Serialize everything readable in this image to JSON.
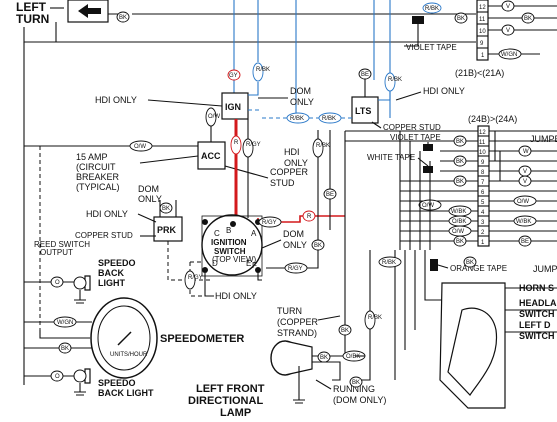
{
  "labels": {
    "left_turn_1": "LEFT",
    "left_turn_2": "TURN",
    "violet_tape_top": "VIOLET TAPE",
    "connector_21": "(21B)<(21A)",
    "hdi_only_1": "HDI ONLY",
    "dom_only_1a": "DOM",
    "dom_only_1b": "ONLY",
    "hdi_only_2": "HDI ONLY",
    "copper_stud_top": "COPPER STUD",
    "violet_tape_mid": "VIOLET TAPE",
    "connector_24": "(24B)>(24A)",
    "white_tape": "WHITE TAPE",
    "hdi_only_3a": "HDI",
    "hdi_only_3b": "ONLY",
    "breaker_1": "15 AMP",
    "breaker_2": "(CIRCUIT",
    "breaker_3": "BREAKER",
    "breaker_4": "(TYPICAL)",
    "copper_stud_acc_1": "COPPER",
    "copper_stud_acc_2": "STUD",
    "dom_only_2a": "DOM",
    "dom_only_2b": "ONLY",
    "hdi_only_4": "HDI ONLY",
    "copper_stud_prk": "COPPER STUD",
    "dom_only_3a": "DOM",
    "dom_only_3b": "ONLY",
    "reed_1": "REED SWITCH",
    "reed_2": "OUTPUT",
    "speedo_back_1a": "SPEEDO",
    "speedo_back_1b": "BACK",
    "speedo_back_1c": "LIGHT",
    "speedometer": "SPEEDOMETER",
    "speedo_back_2a": "SPEEDO",
    "speedo_back_2b": "BACK LIGHT",
    "hdi_only_5": "HDI ONLY",
    "turn_1": "TURN",
    "turn_2": "(COPPER",
    "turn_3": "STRAND)",
    "lfdl_1": "LEFT FRONT",
    "lfdl_2": "DIRECTIONAL",
    "lfdl_3": "LAMP",
    "running_1": "RUNNING",
    "running_2": "(DOM ONLY)",
    "orange_tape": "ORANGE TAPE",
    "jumper_1": "JUMPE",
    "jumper_2": "JUMP",
    "horn": "HORN S",
    "headlamp_1": "HEADLA",
    "headlamp_2": "SWITCH",
    "left_d_1": "LEFT D",
    "left_d_2": "SWITCH",
    "gauge_units": "UNITS/HOUR"
  },
  "components": {
    "ign": "IGN",
    "lts": "LTS",
    "acc": "ACC",
    "prk": "PRK",
    "switch_1": "IGNITION",
    "switch_2": "SWITCH",
    "switch_3": "(TOP VIEW)",
    "pin_c": "C",
    "pin_b": "B",
    "pin_a": "A",
    "pin_d": "D",
    "pin_e": "E",
    "pin_f": "F"
  },
  "wire_codes": {
    "bk_top": "BK",
    "r_bk_top": "R/BK",
    "bk_top2": "BK",
    "gy_ign": "GY",
    "r_bk_ign": "R/BK",
    "r_bk_mid": "R/BK",
    "be_lts": "BE",
    "r_bk_lts": "R/BK",
    "r_bk_dash1": "R/BK",
    "r_bk_dash2": "R/BK",
    "o_w_1": "O/W",
    "r_ign_1": "R",
    "r_ign_2": "R",
    "r_switch": "R",
    "r_gy_1": "R/GY",
    "r_gy_2": "R/GY",
    "r_gy_3": "R/GY",
    "r_gy_4": "R/GY",
    "be_mid": "BE",
    "bk_mid": "BK",
    "bk_prk": "BK",
    "w_gn": "W/GN",
    "bk_speedo": "BK",
    "o": "O",
    "o_bk": "O/BK",
    "bk_lamp": "BK",
    "r_bk_lamp": "R/BK",
    "bk_turn": "BK",
    "w_gn_top": "W/GN",
    "pin_v": "V",
    "pin_v2": "V",
    "w_bk_top": "W/BK",
    "bk_pin": "BK",
    "bk_right_1": "BK",
    "bk_right_2": "BK",
    "bk_right_3": "BK",
    "w_right": "W",
    "v_right_1": "V",
    "v_right_2": "V",
    "o_w_right_1": "O/W",
    "o_w_right_2": "O/W",
    "w_bk_right_1": "W/BK",
    "w_bk_right_2": "W/BK",
    "o_bk_right": "O/BK",
    "be_right": "BE",
    "o_w_right_3": "O/W",
    "bk_lower": "BK",
    "bk_lower2": "BK",
    "r_bk_lower": "R/BK",
    "bk_ground": "BK"
  },
  "connector_pins_top": [
    "12",
    "11",
    "10",
    "9",
    "1"
  ],
  "connector_pins_mid": [
    "12",
    "11",
    "10",
    "9",
    "8",
    "7",
    "6",
    "5",
    "4",
    "3",
    "2",
    "1"
  ]
}
